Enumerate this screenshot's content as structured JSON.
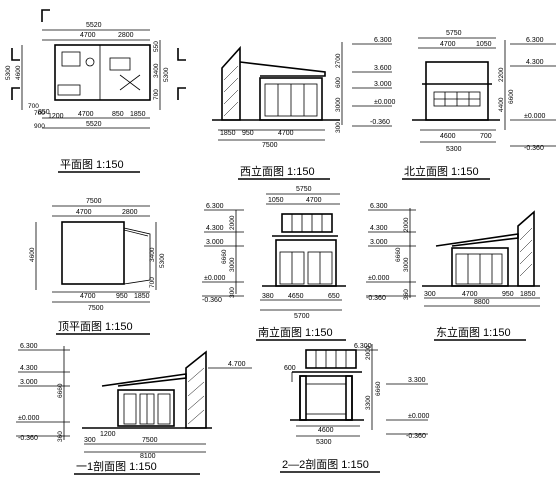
{
  "views": {
    "plan": {
      "title": "平面图 1:150",
      "dims": {
        "top_total": "5520",
        "top_a": "4700",
        "top_b": "2800",
        "bottom_a": "4700",
        "bottom_b": "850",
        "bottom_c": "1850",
        "bottom_total": "5520",
        "bottom_small": "850",
        "bottom_small2": "1200",
        "left_total": "5300",
        "left_a": "4600",
        "left_b": "700",
        "left_c": "700",
        "right_a": "550",
        "right_b": "3400",
        "right_c": "700",
        "right_total": "5300",
        "corner": "900"
      }
    },
    "west": {
      "title": "西立面图 1:150",
      "dims": {
        "bottom_a": "1850",
        "bottom_b": "950",
        "bottom_c": "4700",
        "bottom_total": "7500",
        "left_a": "2700",
        "left_b": "600",
        "left_c": "3000",
        "left_d": "300"
      },
      "levels": [
        "6.300",
        "3.600",
        "3.000",
        "±0.000",
        "-0.360"
      ]
    },
    "north": {
      "title": "北立面图 1:150",
      "dims": {
        "top_total": "5750",
        "top_a": "4700",
        "top_b": "1050",
        "bottom_a": "4600",
        "bottom_b": "700",
        "bottom_total": "5300",
        "right_a": "2200",
        "right_b": "6600",
        "right_c": "4400"
      },
      "levels": [
        "6.300",
        "4.300",
        "±0.000",
        "-0.360"
      ]
    },
    "roof": {
      "title": "顶平面图 1:150",
      "dims": {
        "top_total": "7500",
        "top_a": "4700",
        "top_b": "2800",
        "bottom_a": "4700",
        "bottom_b": "950",
        "bottom_c": "1850",
        "bottom_total": "7500",
        "left": "4600",
        "right_a": "3400",
        "right_b": "700",
        "right_total": "5300"
      }
    },
    "south": {
      "title": "南立面图 1:150",
      "dims": {
        "top_total": "5750",
        "top_a": "1050",
        "top_b": "4700",
        "bottom_a": "380",
        "bottom_b": "4650",
        "bottom_c": "650",
        "bottom_total": "5700",
        "left_a": "2000",
        "left_b": "6660",
        "left_c": "3000",
        "left_d": "300"
      },
      "levels": [
        "6.300",
        "4.300",
        "3.000",
        "±0.000",
        "-0.360"
      ]
    },
    "east": {
      "title": "东立面图 1:150",
      "dims": {
        "bottom_a": "300",
        "bottom_b": "4700",
        "bottom_c": "950",
        "bottom_d": "1850",
        "bottom_total": "8800",
        "left_a": "2000",
        "left_b": "6660",
        "left_c": "3000",
        "left_d": "360"
      },
      "levels": [
        "6.300",
        "4.300",
        "3.000",
        "±0.000",
        "-0.360"
      ]
    },
    "section1": {
      "title": "一1剖面图 1:150",
      "dims": {
        "bottom_a": "300",
        "bottom_b": "1200",
        "bottom_c": "7500",
        "bottom_total": "8100",
        "left_a": "6660",
        "left_b": "360"
      },
      "levels": [
        "6.300",
        "4.300",
        "3.000",
        "±0.000",
        "-0.360",
        "4.700"
      ]
    },
    "section2": {
      "title": "2—2剖面图 1:150",
      "dims": {
        "top": "600",
        "bottom_a": "4600",
        "bottom_b": "5300",
        "right_a": "2000",
        "right_b": "6660",
        "right_c": "3300"
      },
      "levels": [
        "6.300",
        "3.300",
        "±0.000",
        "-0.360"
      ]
    }
  }
}
